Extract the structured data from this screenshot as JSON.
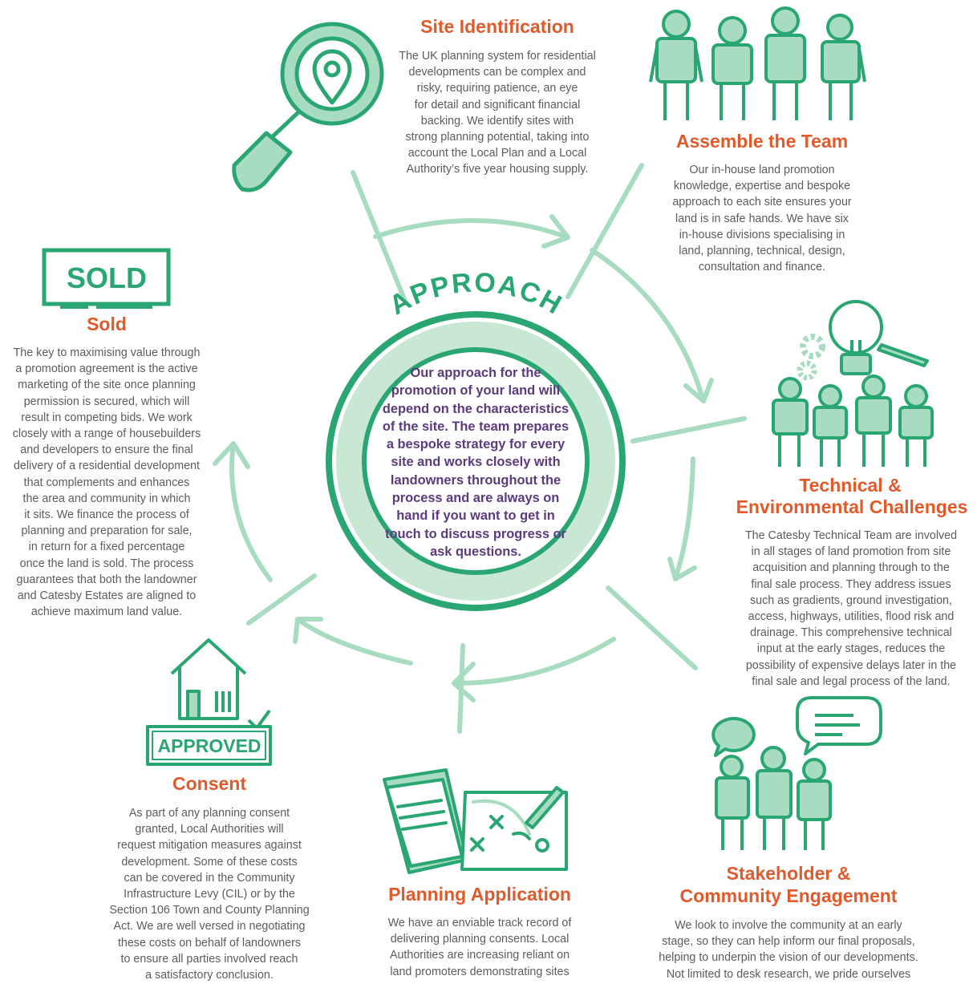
{
  "approach_label": "APPROACH",
  "center_text": "Our approach for the\npromotion of your land will\ndepend on the characteristics\nof the site. The team prepares\na bespoke strategy for every\nsite and works closely with\nlandowners throughout the\nprocess and are always on\nhand if you want to get in\ntouch to discuss progress or\nask questions.",
  "badges": {
    "sold": "SOLD",
    "approved": "APPROVED"
  },
  "icons": [
    "magnifier-location-icon",
    "team-icon",
    "lightbulb-gears-team-icon",
    "speech-bubbles-team-icon",
    "plan-map-icon",
    "approved-house-icon",
    "sold-sign-icon"
  ],
  "colors": {
    "green": "#2aa673",
    "light_green": "#a8dcc0",
    "orange": "#e05a2b",
    "purple": "#5b3a7e",
    "grey_text": "#5c5c5c"
  },
  "steps": {
    "site_identification": {
      "title": "Site Identification",
      "body": "The UK planning system for residential\ndevelopments can be complex and\nrisky, requiring patience, an eye\nfor detail and significant financial\nbacking. We identify sites with\nstrong planning potential, taking into\naccount the Local Plan and a Local\nAuthority’s five year housing supply."
    },
    "assemble_team": {
      "title": "Assemble the Team",
      "body": "Our in-house land promotion\nknowledge, expertise and bespoke\napproach to each site ensures your\nland is in safe hands.  We have six\nin-house divisions specialising in\nland, planning, technical, design,\nconsultation and finance."
    },
    "technical": {
      "title_line1": "Technical &",
      "title_line2": "Environmental Challenges",
      "body": "The Catesby Technical Team are involved\nin all stages of land promotion from site\nacquisition and planning through to the\nfinal sale process. They address issues\nsuch as gradients, ground investigation,\naccess, highways, utilities, flood risk and\ndrainage.  This comprehensive technical\ninput at the early stages, reduces the\npossibility of expensive delays later in the\nfinal sale and legal process of the land."
    },
    "stakeholder": {
      "title_line1": "Stakeholder &",
      "title_line2": "Community Engagement",
      "body": "We look to involve the community at an early\nstage, so they can help inform our final proposals,\nhelping to underpin the vision of our developments.\nNot limited to desk research, we pride ourselves"
    },
    "planning": {
      "title": "Planning Application",
      "body": "We have an enviable track record of\ndelivering planning consents. Local\nAuthorities are increasing reliant on\nland promoters demonstrating sites"
    },
    "consent": {
      "title": "Consent",
      "body": "As part of any planning consent\ngranted, Local Authorities will\nrequest mitigation measures against\ndevelopment.  Some of these costs\ncan be covered in the Community\nInfrastructure Levy (CIL) or by the\nSection 106 Town and County Planning\nAct.  We are well versed in negotiating\nthese costs on behalf of landowners\nto ensure all parties involved reach\na satisfactory conclusion."
    },
    "sold": {
      "title": "Sold",
      "body": "The key to maximising value through\na promotion agreement is the active\nmarketing of the site once planning\npermission is secured, which will\nresult in competing bids.  We work\nclosely with a range of housebuilders\nand developers to ensure the final\ndelivery of a residential development\nthat complements and enhances\nthe area and community in which\nit sits. We finance the process of\nplanning and preparation for sale,\nin return for a fixed percentage\nonce the land is sold.  The process\nguarantees that both the landowner\nand Catesby Estates are aligned to\nachieve maximum land value."
    }
  }
}
